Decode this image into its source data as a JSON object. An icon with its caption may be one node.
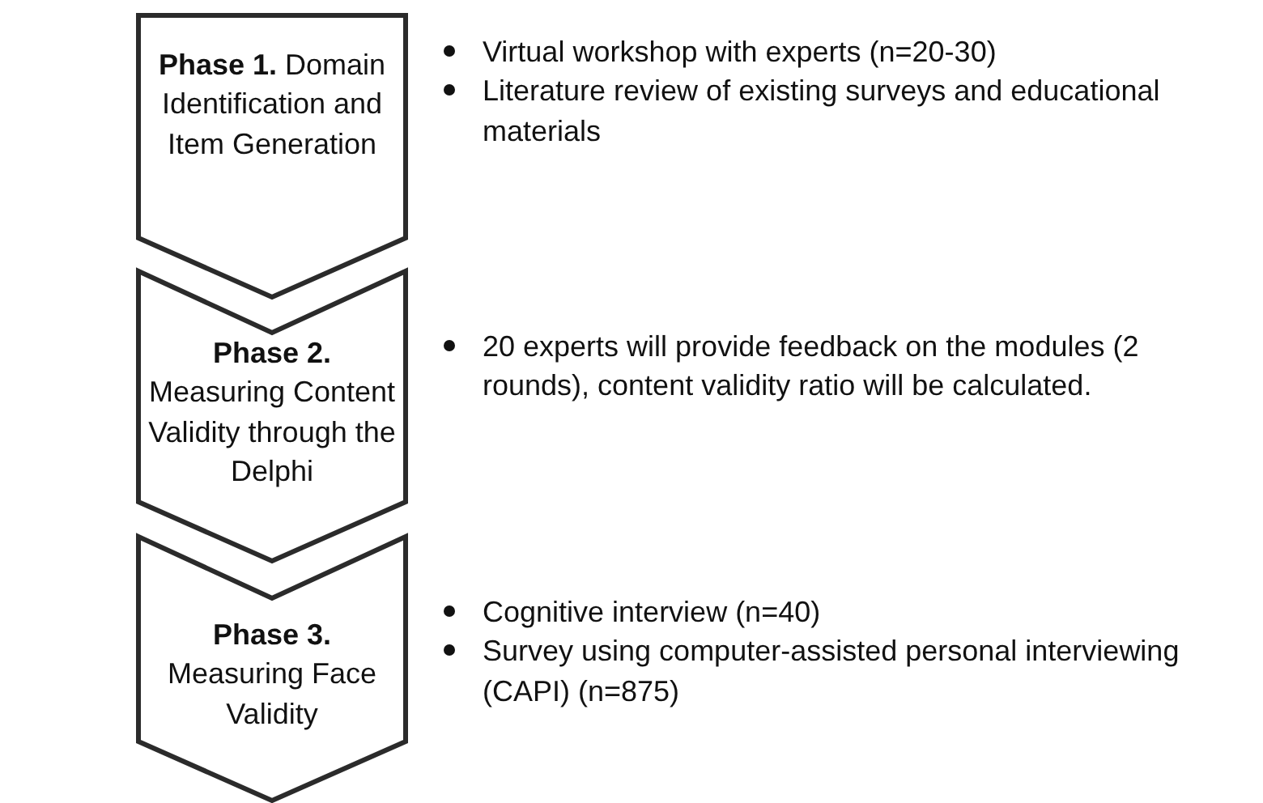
{
  "diagram": {
    "nodes": [
      {
        "text": [
          "**Phase 1.** Domain Identification and Item Generation"
        ],
        "beside": [
          "Virtual workshop with experts (n=20-30)",
          "Literature review of existing surveys and educational materials"
        ]
      },
      {
        "text": [
          "**Phase 2.** Measuring Content Validity through the Delphi"
        ],
        "beside": [
          "20 experts will provide feedback on the modules (2 rounds), content validity ratio will be calculated."
        ]
      },
      {
        "text": [
          "**Phase 3.** Measuring Face Validity"
        ],
        "beside": [
          "Cognitive interview (n=40)",
          "Survey using computer-assisted personal interviewing (CAPI) (n=875)"
        ]
      }
    ]
  }
}
